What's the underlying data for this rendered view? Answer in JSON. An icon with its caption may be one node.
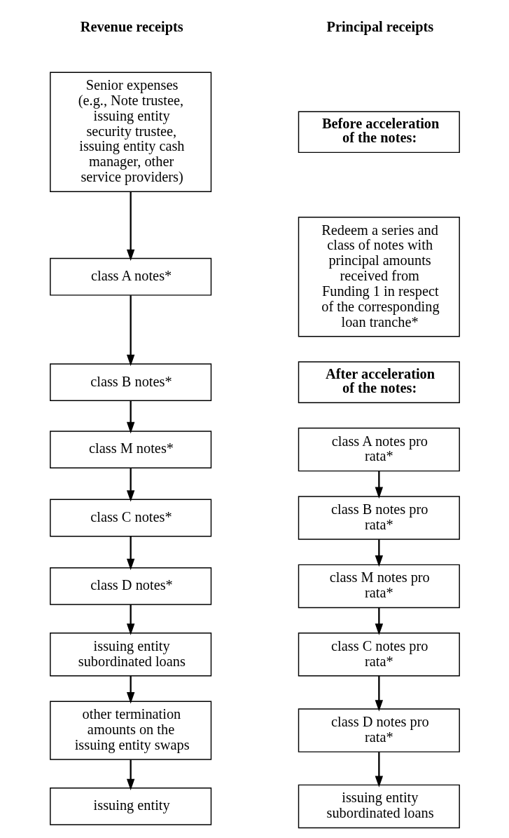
{
  "diagram": {
    "nodes": [
      {
        "text": [
          "Senior expenses (e.g., Note trustee, issuing entity security trustee, issuing entity cash manager, other service providers)"
        ]
      },
      {
        "text": [
          "class A notes*"
        ]
      },
      {
        "text": [
          "class B notes*"
        ]
      },
      {
        "text": [
          "class M notes*"
        ]
      },
      {
        "text": [
          "class C notes*"
        ]
      },
      {
        "text": [
          "class D notes*"
        ]
      },
      {
        "text": [
          "issuing entity subordinated loans"
        ]
      },
      {
        "text": [
          "other termination amounts on the issuing entity swaps"
        ]
      },
      {
        "text": [
          "issuing entity"
        ]
      },
      {
        "text": [
          "Before acceleration of the notes:"
        ]
      },
      {
        "text": [
          "Redeem a series and class of notes with principal amounts received from Funding 1 in respect of the corresponding loan tranche*"
        ]
      },
      {
        "text": [
          "After acceleration of the notes:"
        ]
      },
      {
        "text": [
          "class A notes pro rata*"
        ]
      },
      {
        "text": [
          "class B notes pro rata*"
        ]
      },
      {
        "text": [
          "class M notes pro rata*"
        ]
      },
      {
        "text": [
          "class C notes pro rata*"
        ]
      },
      {
        "text": [
          "class D notes pro rata*"
        ]
      },
      {
        "text": [
          "issuing entity subordinated loans"
        ]
      }
    ],
    "edges": [
      {
        "from": 0,
        "to": 1,
        "arrow": "to"
      },
      {
        "from": 1,
        "to": 2,
        "arrow": "to"
      },
      {
        "from": 2,
        "to": 3,
        "arrow": "to"
      },
      {
        "from": 3,
        "to": 4,
        "arrow": "to"
      },
      {
        "from": 4,
        "to": 5,
        "arrow": "to"
      },
      {
        "from": 5,
        "to": 6,
        "arrow": "to"
      },
      {
        "from": 6,
        "to": 7,
        "arrow": "to"
      },
      {
        "from": 7,
        "to": 8,
        "arrow": "to"
      },
      {
        "from": 12,
        "to": 13,
        "arrow": "to"
      },
      {
        "from": 13,
        "to": 14,
        "arrow": "to"
      },
      {
        "from": 14,
        "to": 15,
        "arrow": "to"
      },
      {
        "from": 15,
        "to": 16,
        "arrow": "to"
      },
      {
        "from": 16,
        "to": 17,
        "arrow": "to"
      }
    ],
    "labels": [
      "Revenue receipts",
      "Principal receipts"
    ]
  }
}
